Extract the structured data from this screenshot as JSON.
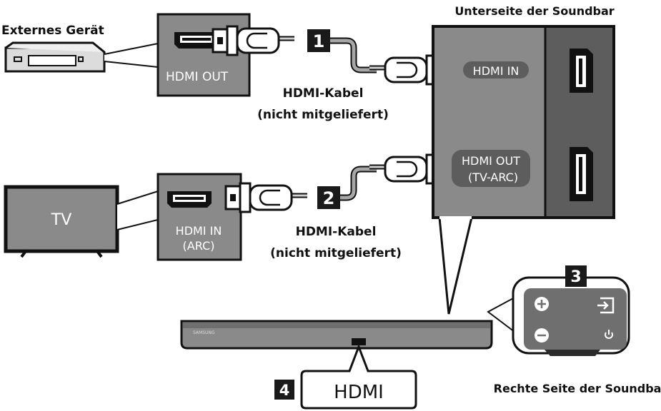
{
  "device_labels": {
    "external_device": "Externes Gerät",
    "tv_screen": "TV",
    "soundbar_bottom": "Unterseite der Soundbar",
    "soundbar_right": "Rechte Seite der Soundbar"
  },
  "ports": {
    "ext_hdmi_out": "HDMI OUT",
    "tv_hdmi_in_line1": "HDMI IN",
    "tv_hdmi_in_line2": "(ARC)",
    "sb_hdmi_in": "HDMI IN",
    "sb_hdmi_out_line1": "HDMI OUT",
    "sb_hdmi_out_line2": "(TV-ARC)"
  },
  "cables": [
    {
      "number": "1",
      "line1": "HDMI-Kabel",
      "line2": "(nicht mitgeliefert)"
    },
    {
      "number": "2",
      "line1": "HDMI-Kabel",
      "line2": "(nicht mitgeliefert)"
    }
  ],
  "callouts": {
    "right_panel_number": "3",
    "display_number": "4",
    "display_text": "HDMI",
    "brand": "SAMSUNG"
  },
  "icons": [
    "plus-icon",
    "minus-icon",
    "source-icon",
    "power-icon"
  ],
  "colors": {
    "panel_gray": "#8a8a8a",
    "dark_gray": "#5d5d5d",
    "cable_gray": "#a7a7a7",
    "badge_black": "#1a1a1a"
  }
}
